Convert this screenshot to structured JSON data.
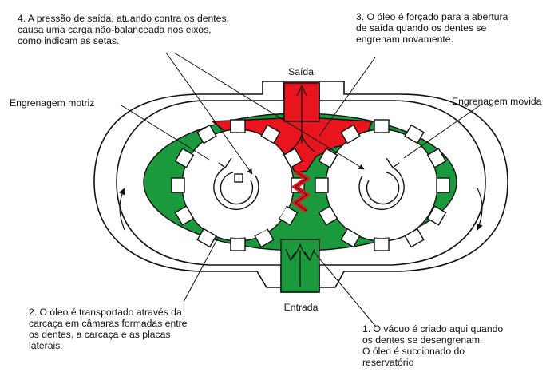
{
  "labels": {
    "note4": "4. A pressão de saída, atuando contra os dentes,\ncausa uma carga não-balanceada nos eixos,\ncomo indicam as setas.",
    "note3": "3. O óleo é forçado para a abertura\nde saída quando os dentes se\nengrenam novamente.",
    "outlet": "Saída",
    "inlet": "Entrada",
    "drive_gear": "Engrenagem motriz",
    "driven_gear": "Engrenagem movida",
    "note2": "2. O óleo é transportado através da\ncarcaça em câmaras formadas entre\nos dentes, a carcaça e as placas\nlaterais.",
    "note1": "1. O vácuo é criado aqui quando\nos dentes se desengrenam.\nO óleo é succionado do\nreservatório"
  },
  "colors": {
    "pressure_oil": "#e8141e",
    "suction_oil": "#1a9a3c",
    "outline": "#111111",
    "background": "#ffffff"
  }
}
